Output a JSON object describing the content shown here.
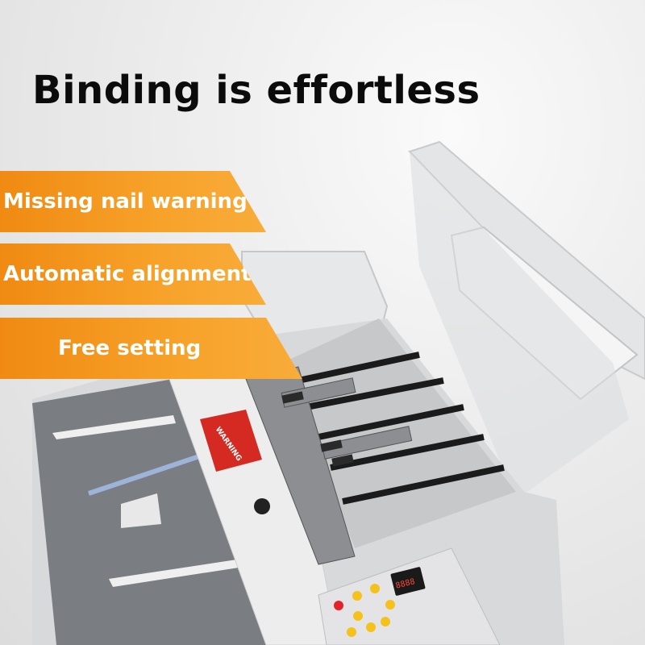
{
  "headline": "Binding is effortless",
  "features": [
    {
      "label": "Missing nail warning"
    },
    {
      "label": "Automatic alignment"
    },
    {
      "label": "Free setting"
    }
  ],
  "machine": {
    "warning_label_text": "WARNING",
    "display_value": "8888",
    "colors": {
      "banner": "#f39418",
      "body": "#e9e9ea",
      "tray": "#7a7d82",
      "button_yellow": "#f4c21a",
      "button_red": "#e2242a",
      "display": "#1a1a1a"
    }
  }
}
